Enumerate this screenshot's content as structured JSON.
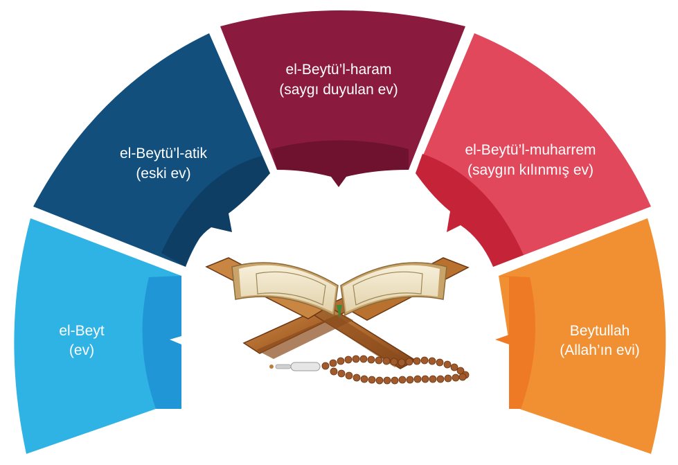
{
  "segments": [
    {
      "id": "el-beyt",
      "title": "el-Beyt",
      "subtitle": "(ev)",
      "color": "#2fb3e4",
      "inner_color": "#2196d6"
    },
    {
      "id": "el-beytul-atik",
      "title": "el-Beytü’l-atik",
      "subtitle": "(eski ev)",
      "color": "#124f7d",
      "inner_color": "#0e3e63"
    },
    {
      "id": "el-beytul-haram",
      "title": "el-Beytü’l-haram",
      "subtitle": "(saygı duyulan ev)",
      "color": "#8b1a3f",
      "inner_color": "#6f1230"
    },
    {
      "id": "el-beytul-muharrem",
      "title": "el-Beytü’l-muharrem",
      "subtitle": "(saygın kılınmış ev)",
      "color": "#e2485c",
      "inner_color": "#c52438"
    },
    {
      "id": "beytullah",
      "title": "Beytullah",
      "subtitle": "(Allah’ın evi)",
      "color": "#f18f33",
      "inner_color": "#ee7a25"
    }
  ],
  "center_image": {
    "icon": "quran-on-rahle-with-prayer-beads-icon"
  }
}
